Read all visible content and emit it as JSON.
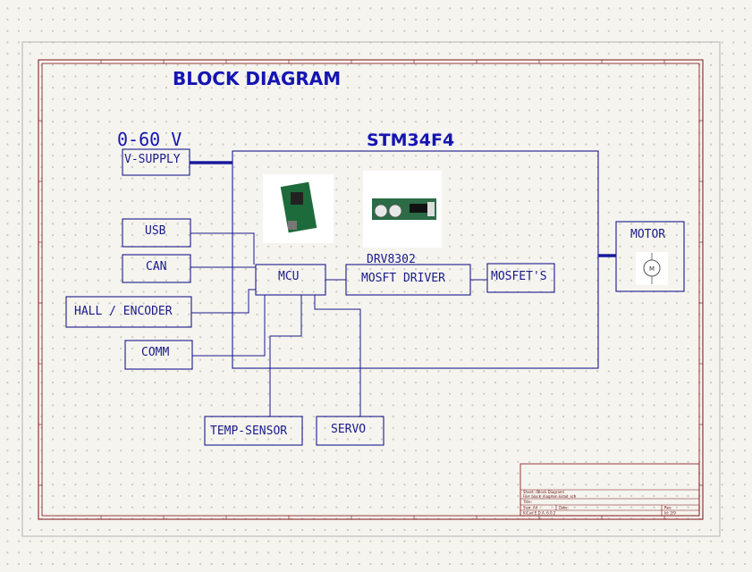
{
  "diagram": {
    "title": "BLOCK DIAGRAM",
    "voltage_label": "0-60 V",
    "mcu_board_title": "STM34F4",
    "driver_board_label": "DRV8302",
    "blocks": {
      "v_supply": "V-SUPPLY",
      "usb": "USB",
      "can": "CAN",
      "hall_encoder": "HALL / ENCODER",
      "comm": "COMM",
      "mcu": "MCU",
      "mosfet_driver": "MOSFT DRIVER",
      "mosfets": "MOSFET'S",
      "motor": "MOTOR",
      "temp_sensor": "TEMP-SENSOR",
      "servo": "SERVO"
    }
  },
  "title_block": {
    "sheet": "Sheet: /Block Diagram/",
    "file": "File: block_diagram.kicad_sch",
    "title_label": "Title:",
    "size_label": "Size: A4",
    "date_label": "Date:",
    "tool": "KiCad E.D.A. 6.0.2",
    "rev_label": "Rev:",
    "id_label": "Id: 2/9"
  },
  "colors": {
    "wire": "#1a1a8c",
    "title": "#1414b4",
    "border": "#7a1010",
    "background": "#f5f4ef"
  }
}
